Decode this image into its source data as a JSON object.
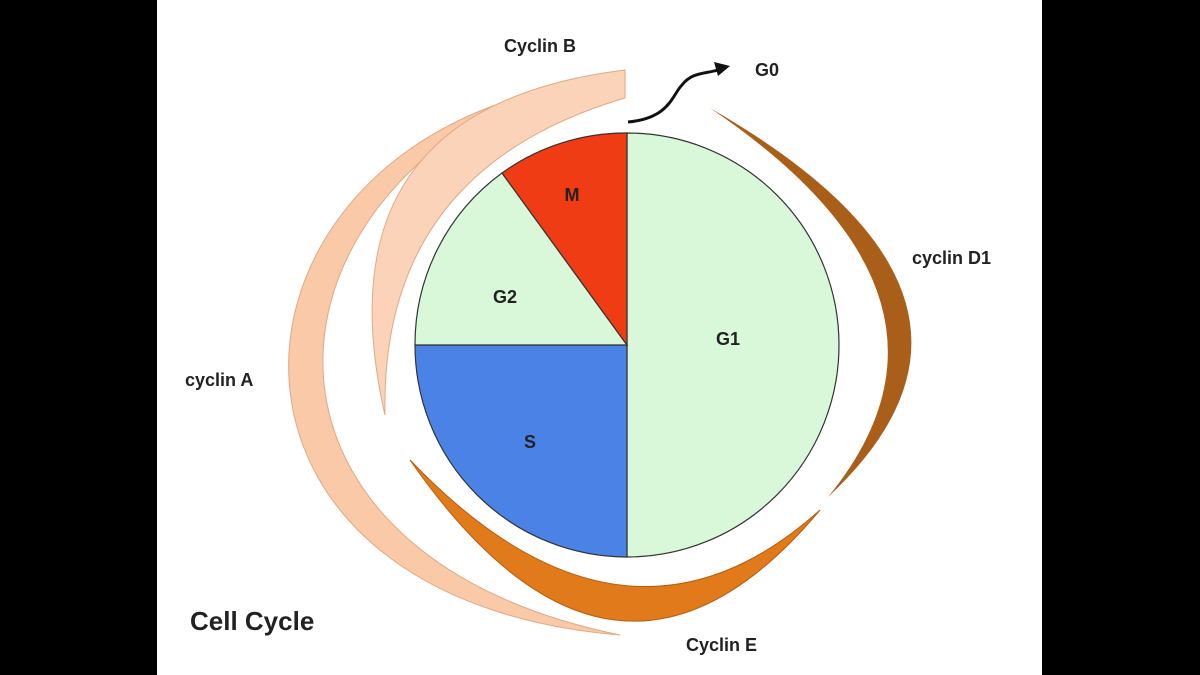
{
  "title": "Cell Cycle",
  "phases": {
    "g1": "G1",
    "s": "S",
    "g2": "G2",
    "m": "M"
  },
  "exit": "G0",
  "cyclins": {
    "b": "Cyclin B",
    "a": "cyclin A",
    "d1": "cyclin D1",
    "e": "Cyclin E"
  },
  "colors": {
    "g1": "#d9f7d9",
    "g2": "#d9f7d9",
    "s": "#4b82e6",
    "m": "#f03c14",
    "cyclin_b": "#fbd3b8",
    "cyclin_a": "#f9c9a8",
    "cyclin_d1": "#a95f1a",
    "cyclin_e": "#e07a1b"
  }
}
